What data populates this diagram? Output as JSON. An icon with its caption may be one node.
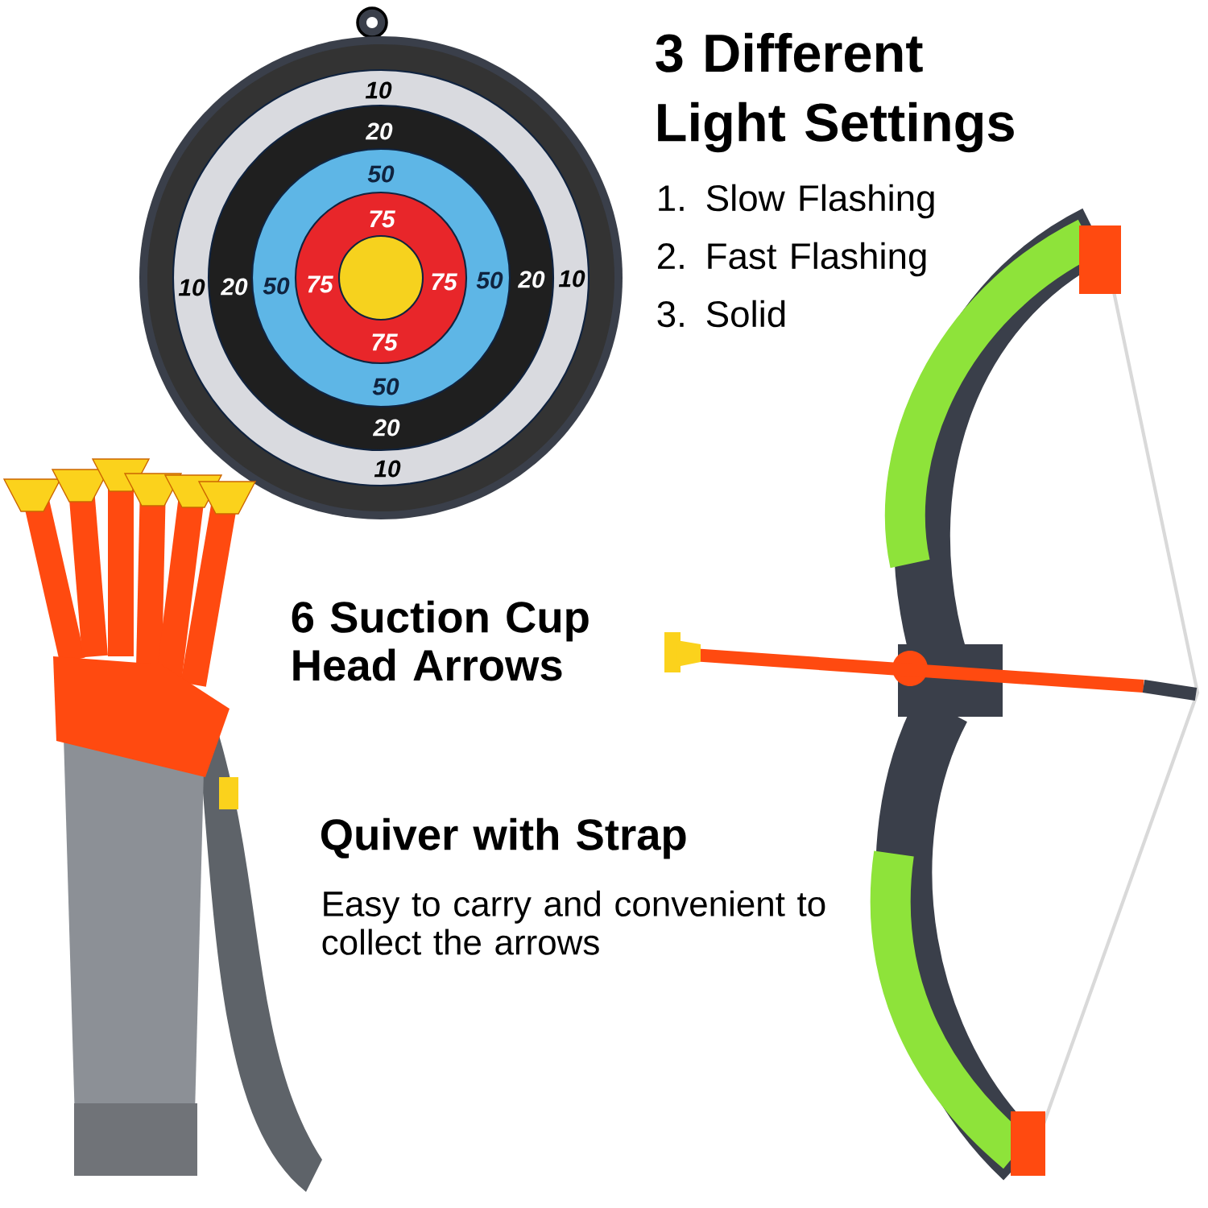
{
  "diagram": {
    "labels": [
      "3 Different Light Settings",
      "1. Slow Flashing",
      "2. Fast Flashing",
      "3. Solid",
      "6 Suction Cup Head Arrows",
      "Quiver with Strap",
      "Easy to carry and convenient to collect the arrows",
      "10",
      "20",
      "50",
      "75",
      "10",
      "20",
      "50",
      "75",
      "75",
      "50",
      "20",
      "10",
      "75",
      "50",
      "20",
      "10"
    ]
  }
}
